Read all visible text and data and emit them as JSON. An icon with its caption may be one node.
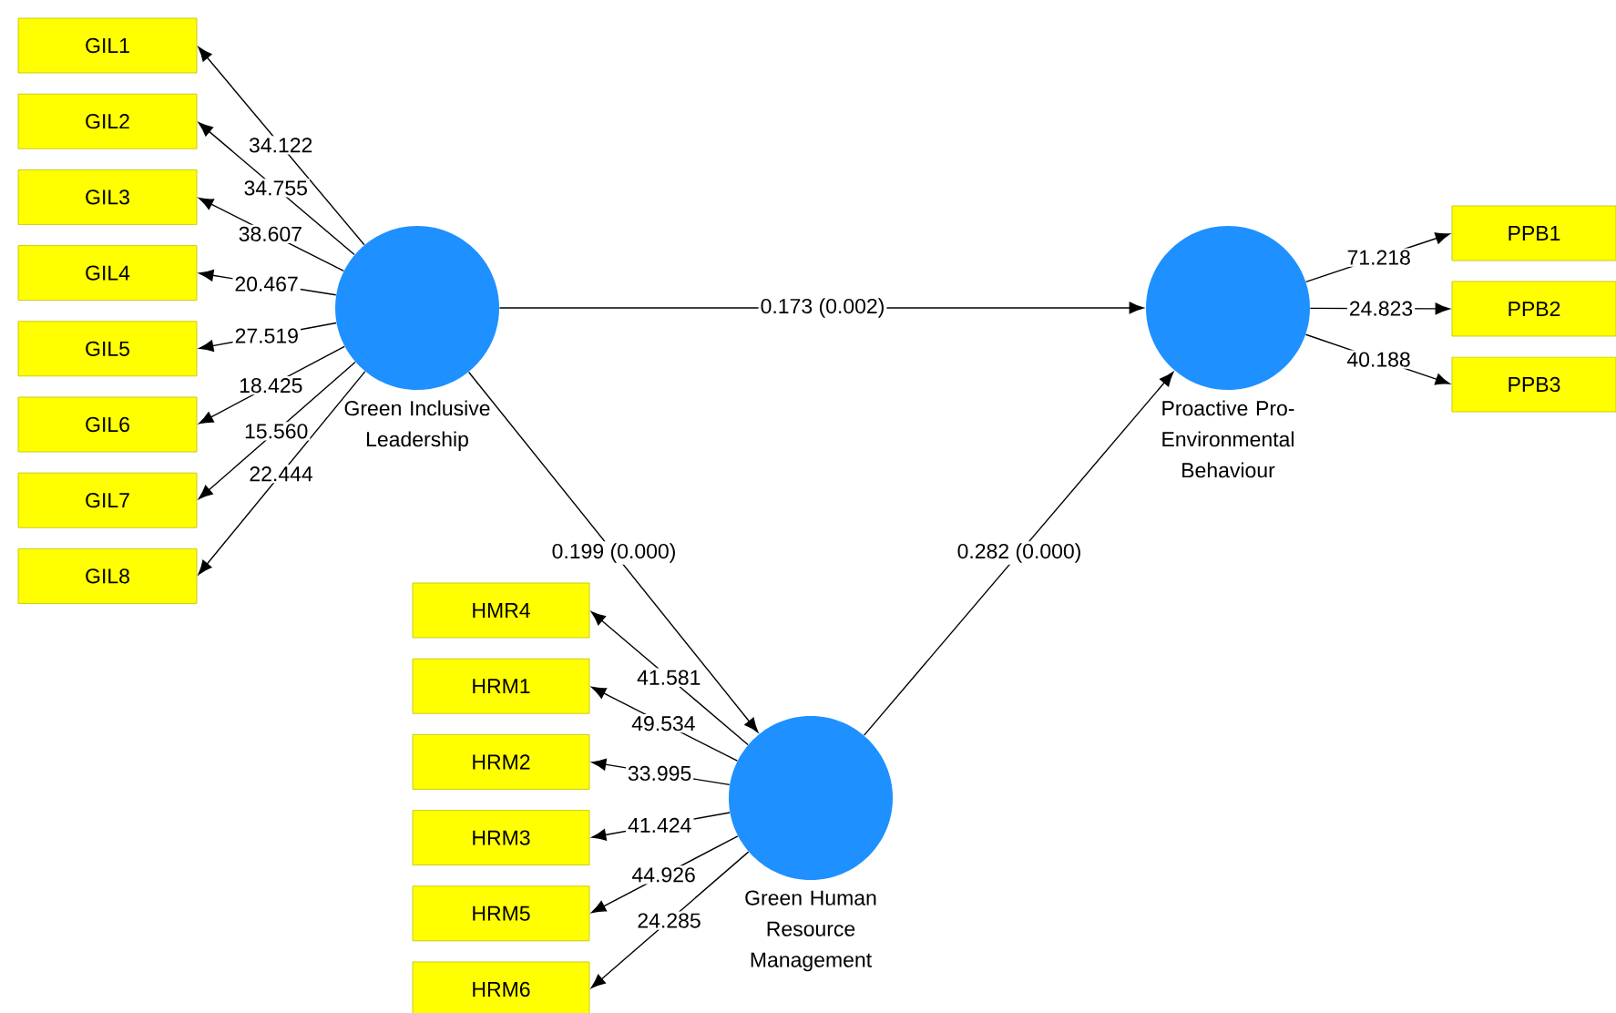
{
  "diagram": {
    "nodes": [
      {
        "text": [
          "GIL1"
        ]
      },
      {
        "text": [
          "GIL2"
        ]
      },
      {
        "text": [
          "GIL3"
        ]
      },
      {
        "text": [
          "GIL4"
        ]
      },
      {
        "text": [
          "GIL5"
        ]
      },
      {
        "text": [
          "GIL6"
        ]
      },
      {
        "text": [
          "GIL7"
        ]
      },
      {
        "text": [
          "GIL8"
        ]
      },
      {
        "text": [
          "Green Inclusive Leadership"
        ]
      },
      {
        "text": [
          "Proactive Pro-Environmental Behaviour"
        ]
      },
      {
        "text": [
          "PPB1"
        ]
      },
      {
        "text": [
          "PPB2"
        ]
      },
      {
        "text": [
          "PPB3"
        ]
      },
      {
        "text": [
          "HMR4"
        ]
      },
      {
        "text": [
          "HRM1"
        ]
      },
      {
        "text": [
          "HRM2"
        ]
      },
      {
        "text": [
          "HRM3"
        ]
      },
      {
        "text": [
          "HRM5"
        ]
      },
      {
        "text": [
          "HRM6"
        ]
      },
      {
        "text": [
          "Green Human Resource Management"
        ]
      }
    ],
    "edges": [
      {
        "from": 8,
        "to": 0,
        "arrow": "to",
        "label": "34.122"
      },
      {
        "from": 8,
        "to": 1,
        "arrow": "to",
        "label": "34.755"
      },
      {
        "from": 8,
        "to": 2,
        "arrow": "to",
        "label": "38.607"
      },
      {
        "from": 8,
        "to": 3,
        "arrow": "to",
        "label": "20.467"
      },
      {
        "from": 8,
        "to": 4,
        "arrow": "to",
        "label": "27.519"
      },
      {
        "from": 8,
        "to": 5,
        "arrow": "to",
        "label": "18.425"
      },
      {
        "from": 8,
        "to": 6,
        "arrow": "to",
        "label": "15.560"
      },
      {
        "from": 8,
        "to": 7,
        "arrow": "to",
        "label": "22.444"
      },
      {
        "from": 8,
        "to": 9,
        "arrow": "to",
        "label": "0.173 (0.002)"
      },
      {
        "from": 8,
        "to": 19,
        "arrow": "to",
        "label": "0.199 (0.000)"
      },
      {
        "from": 19,
        "to": 9,
        "arrow": "to",
        "label": "0.282 (0.000)"
      },
      {
        "from": 9,
        "to": 10,
        "arrow": "to",
        "label": "71.218"
      },
      {
        "from": 9,
        "to": 11,
        "arrow": "to",
        "label": "24.823"
      },
      {
        "from": 9,
        "to": 12,
        "arrow": "to",
        "label": "40.188"
      },
      {
        "from": 19,
        "to": 13,
        "arrow": "to",
        "label": "41.581"
      },
      {
        "from": 19,
        "to": 14,
        "arrow": "to",
        "label": "49.534"
      },
      {
        "from": 19,
        "to": 15,
        "arrow": "to",
        "label": "33.995"
      },
      {
        "from": 19,
        "to": 16,
        "arrow": "to",
        "label": "41.424"
      },
      {
        "from": 19,
        "to": 17,
        "arrow": "to",
        "label": "44.926"
      },
      {
        "from": 19,
        "to": 18,
        "arrow": "to",
        "label": "24.285"
      }
    ]
  }
}
